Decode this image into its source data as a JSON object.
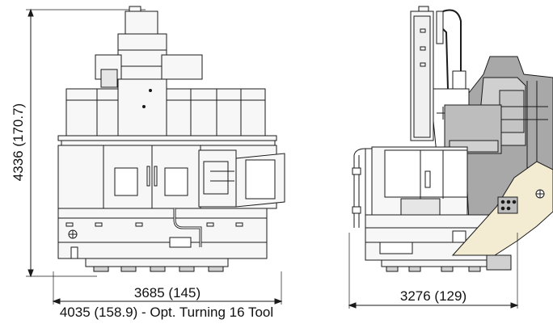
{
  "front_view": {
    "height_dimension": "4336 (170.7)",
    "width_dimension": "3685 (145)",
    "option_width_dimension": "4035 (158.9) - Opt. Turning 16 Tool"
  },
  "side_view": {
    "depth_dimension": "3276 (129)"
  },
  "colors": {
    "line": "#1a1a1a",
    "body_fill": "#f7f7f7",
    "shade_light": "#d0d0d0",
    "shade_mid": "#a8a8a8",
    "shade_dark": "#7c7c7c",
    "accent_panel": "#f3ecd2"
  }
}
